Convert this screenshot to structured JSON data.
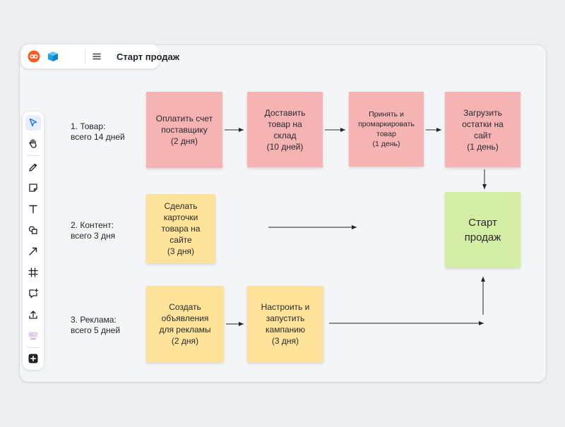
{
  "header": {
    "title": "Старт продаж"
  },
  "toolbar": {
    "tools": [
      {
        "name": "select-tool",
        "icon": "cursor-arrow-icon",
        "active": true
      },
      {
        "name": "hand-tool",
        "icon": "hand-icon"
      },
      {
        "name": "pen-tool",
        "icon": "pencil-icon"
      },
      {
        "name": "sticker-tool",
        "icon": "sticky-note-icon"
      },
      {
        "name": "text-tool",
        "icon": "text-t-icon"
      },
      {
        "name": "shapes-tool",
        "icon": "shapes-icon"
      },
      {
        "name": "connector-tool",
        "icon": "arrow-icon"
      },
      {
        "name": "frame-tool",
        "icon": "frame-hash-icon"
      },
      {
        "name": "comment-tool",
        "icon": "comment-plus-icon"
      },
      {
        "name": "upload-tool",
        "icon": "upload-icon"
      },
      {
        "name": "templates-tool",
        "icon": "templates-icon"
      },
      {
        "name": "add-more-tool",
        "icon": "plus-square-icon"
      }
    ]
  },
  "rows": [
    {
      "label": "1. Товар:\nвсего 14 дней"
    },
    {
      "label": "2. Контент:\nвсего 3 дня"
    },
    {
      "label": "3. Реклама:\nвсего 5 дней"
    }
  ],
  "stickers": {
    "goods": [
      {
        "text": "Оплатить счет\nпоставщику\n(2 дня)"
      },
      {
        "text": "Доставить\nтовар на\nсклад\n(10 дней)"
      },
      {
        "text": "Принять и\nпромаркировать\nтовар\n(1 день)"
      },
      {
        "text": "Загрузить\nостатки на\nсайт\n(1 день)"
      }
    ],
    "content": [
      {
        "text": "Сделать\nкарточки\nтовара на\nсайте\n(3 дня)"
      }
    ],
    "ads": [
      {
        "text": "Создать\nобъявления\nдля рекламы\n(2 дня)"
      },
      {
        "text": "Настроить и\nзапустить\nкампанию\n(3 дня)"
      }
    ],
    "goal": {
      "text": "Старт\nпродаж"
    }
  },
  "colors": {
    "goods_sticker": "#f6b3b4",
    "content_sticker": "#fde39a",
    "ads_sticker": "#fde39a",
    "goal_sticker": "#d3eda4",
    "accent": "#1a73e8"
  }
}
